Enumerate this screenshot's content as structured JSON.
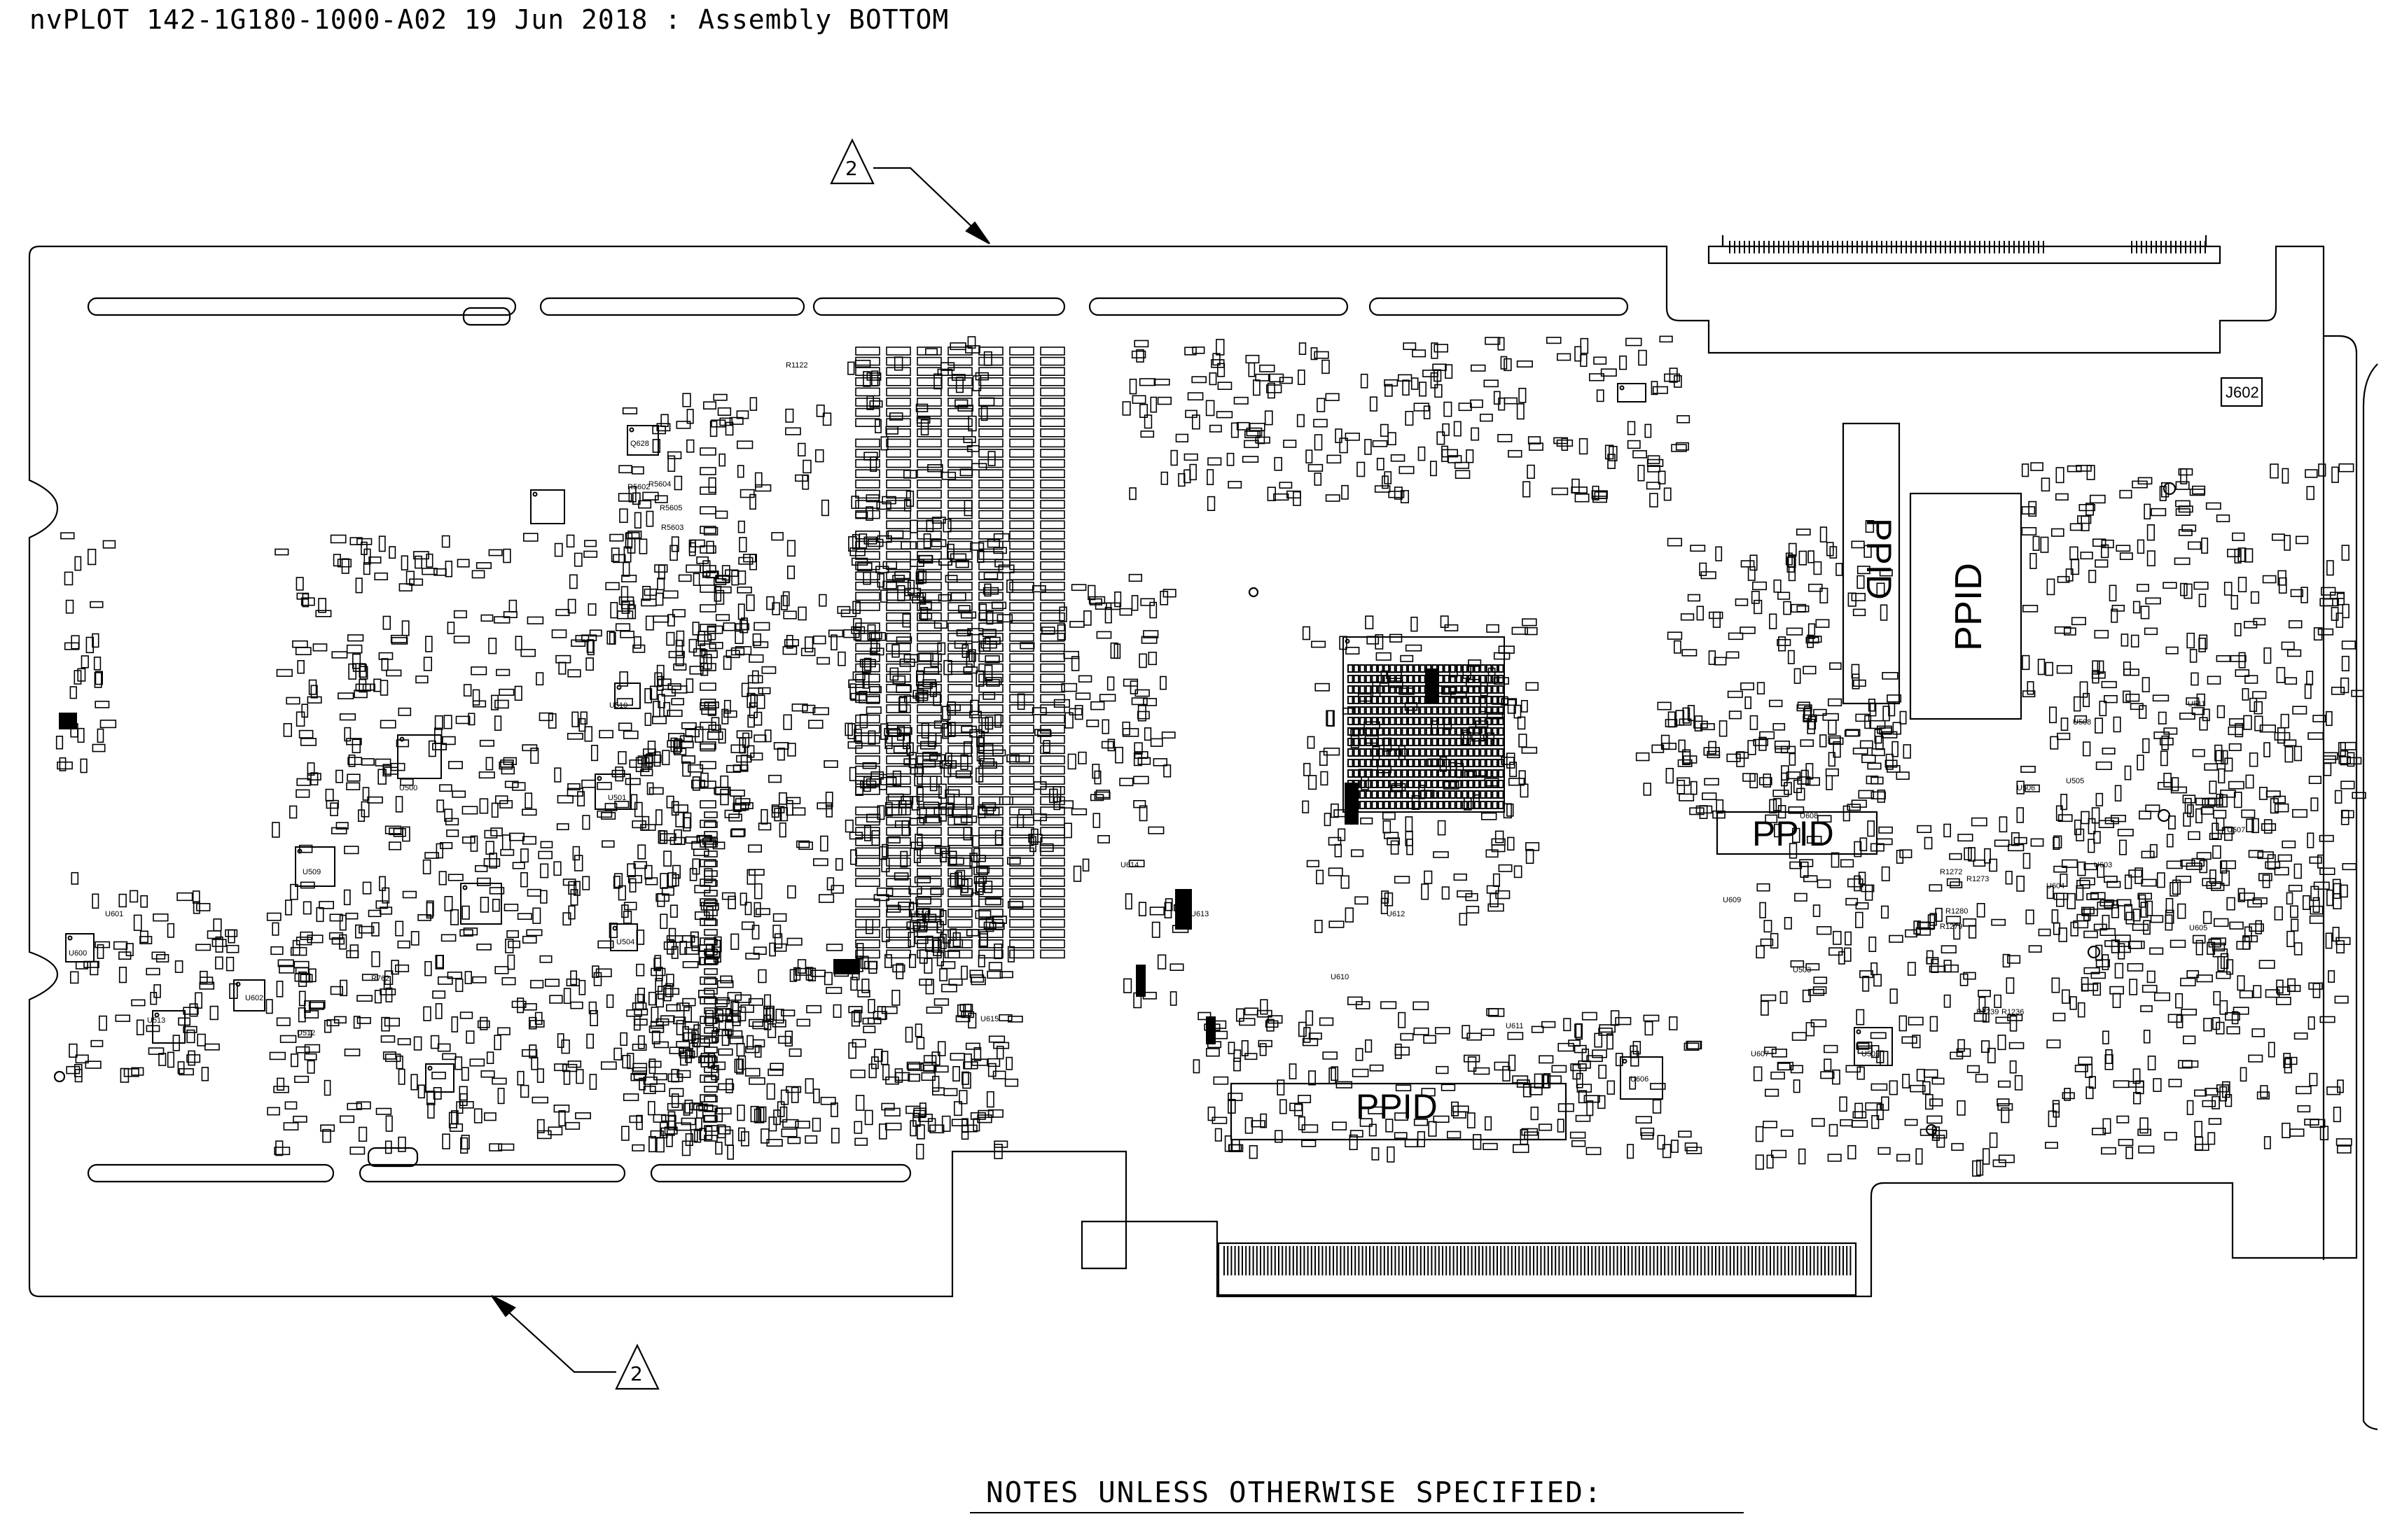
{
  "title": "nvPLOT 142-1G180-1000-A02 19 Jun 2018 : Assembly BOTTOM",
  "notes_heading": "NOTES UNLESS OTHERWISE SPECIFIED:",
  "revision_markers": [
    "2",
    "2"
  ],
  "ppid_labels": [
    "PPID",
    "PPID",
    "PPID",
    "PPID"
  ],
  "connector_label": "J602",
  "reference_labels": [
    "Q628",
    "R5604",
    "R5602",
    "R5605",
    "R5603",
    "R1122",
    "R762",
    "R1280",
    "R1279",
    "R1272",
    "R1273",
    "R1239",
    "R1236",
    "U500",
    "U501",
    "U502",
    "U503",
    "U504",
    "U505",
    "U506",
    "U507",
    "U508",
    "U509",
    "U510",
    "U511",
    "U512",
    "U513",
    "U600",
    "U601",
    "U602",
    "U603",
    "U604",
    "U605",
    "U606",
    "U607",
    "U608",
    "U609",
    "U610",
    "U611",
    "U612",
    "U613",
    "U614",
    "U615",
    "U616"
  ]
}
